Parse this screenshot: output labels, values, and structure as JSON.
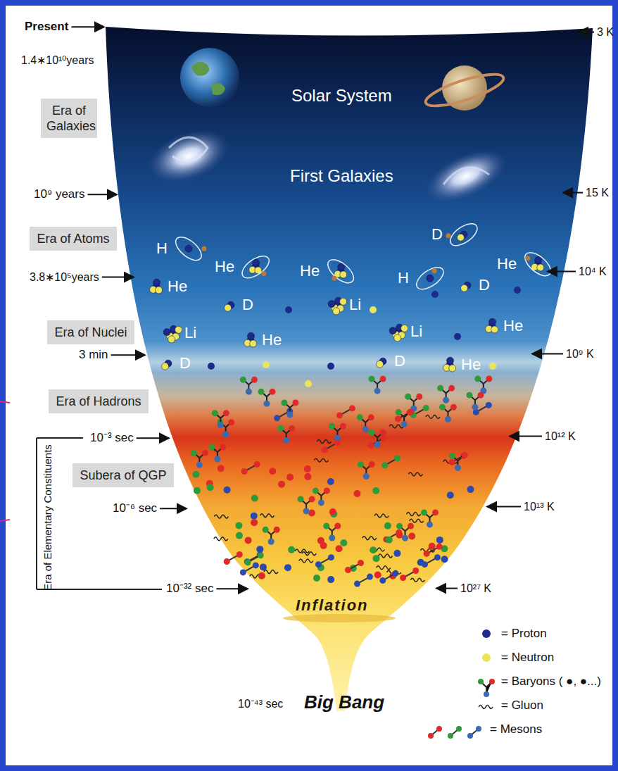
{
  "diagram": {
    "nodes": [
      {
        "text": [
          "Era of Galaxies"
        ]
      },
      {
        "text": [
          "Era of Atoms"
        ]
      },
      {
        "text": [
          "Era of Nuclei"
        ]
      },
      {
        "text": [
          "Era of Hadrons"
        ]
      },
      {
        "text": [
          "Subera of QGP"
        ]
      }
    ],
    "labels": [
      "Present",
      "1.4∗10¹⁰years",
      "10⁹ years",
      "3.8∗10⁵years",
      "3 min",
      "10⁻³ sec",
      "10⁻⁶ sec",
      "10⁻³² sec",
      "10⁻⁴³ sec",
      "Big Bang",
      "Inflation",
      "Solar System",
      "First Galaxies",
      "3 K",
      "15 K",
      "10⁴ K",
      "10⁹ K",
      "10¹² K",
      "10¹³ K",
      "10²⁷ K",
      "Era of Elementary Constituents",
      "H",
      "He",
      "He",
      "D",
      "He",
      "H",
      "He",
      "D",
      "Li",
      "D",
      "Li",
      "He",
      "Li",
      "He",
      "D",
      "D",
      "He"
    ],
    "legend": [
      {
        "text": "= Proton",
        "color": "#1c2a8c"
      },
      {
        "text": "= Neutron",
        "color": "#ece45a"
      },
      {
        "text": "= Baryons ( ●, ●...)"
      },
      {
        "text": "= Gluon"
      },
      {
        "text": "= Mesons"
      }
    ]
  }
}
